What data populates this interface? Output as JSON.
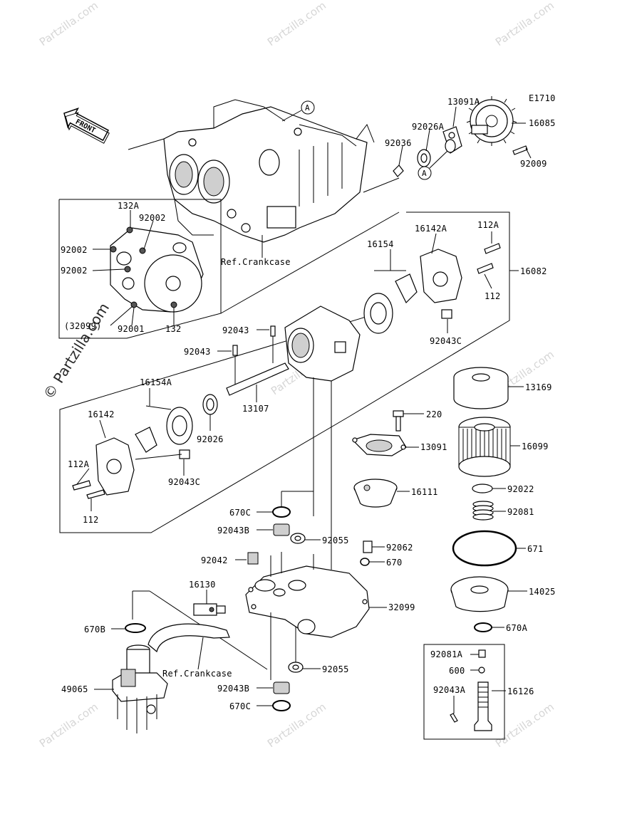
{
  "diagram": {
    "code": "E1710",
    "front_label": "FRONT",
    "ref_crankcase_top": "Ref.Crankcase",
    "ref_crankcase_bottom": "Ref.Crankcase",
    "callout_a": "A",
    "watermark": "Partzilla.com",
    "watermark_main": "© Partzilla.com"
  },
  "labels": {
    "p13091A": "13091A",
    "p16085": "16085",
    "p92026A": "92026A",
    "p92036": "92036",
    "p92009": "92009",
    "p132A": "132A",
    "p92002a": "92002",
    "p92002b": "92002",
    "p92002c": "92002",
    "p32099p": "(32099)",
    "p92001": "92001",
    "p132": "132",
    "p16142A": "16142A",
    "p112A_top": "112A",
    "p16154": "16154",
    "p16082": "16082",
    "p112_top": "112",
    "p92043C_top": "92043C",
    "p92043_a": "92043",
    "p92043_b": "92043",
    "p16154A": "16154A",
    "p16142": "16142",
    "p92026": "92026",
    "p13107": "13107",
    "p112A_left": "112A",
    "p92043C_left": "92043C",
    "p112_left": "112",
    "p13169": "13169",
    "p220": "220",
    "p13091": "13091",
    "p16099": "16099",
    "p16111": "16111",
    "p92022": "92022",
    "p92081": "92081",
    "p670C_top": "670C",
    "p92043B_top": "92043B",
    "p92055_top": "92055",
    "p92062": "92062",
    "p671": "671",
    "p92042": "92042",
    "p670": "670",
    "p16130": "16130",
    "p32099": "32099",
    "p14025": "14025",
    "p670B": "670B",
    "p670A": "670A",
    "p92055_bot": "92055",
    "p49065": "49065",
    "p92043B_bot": "92043B",
    "p670C_bot": "670C",
    "p92081A": "92081A",
    "p600": "600",
    "p92043A": "92043A",
    "p16126": "16126"
  }
}
